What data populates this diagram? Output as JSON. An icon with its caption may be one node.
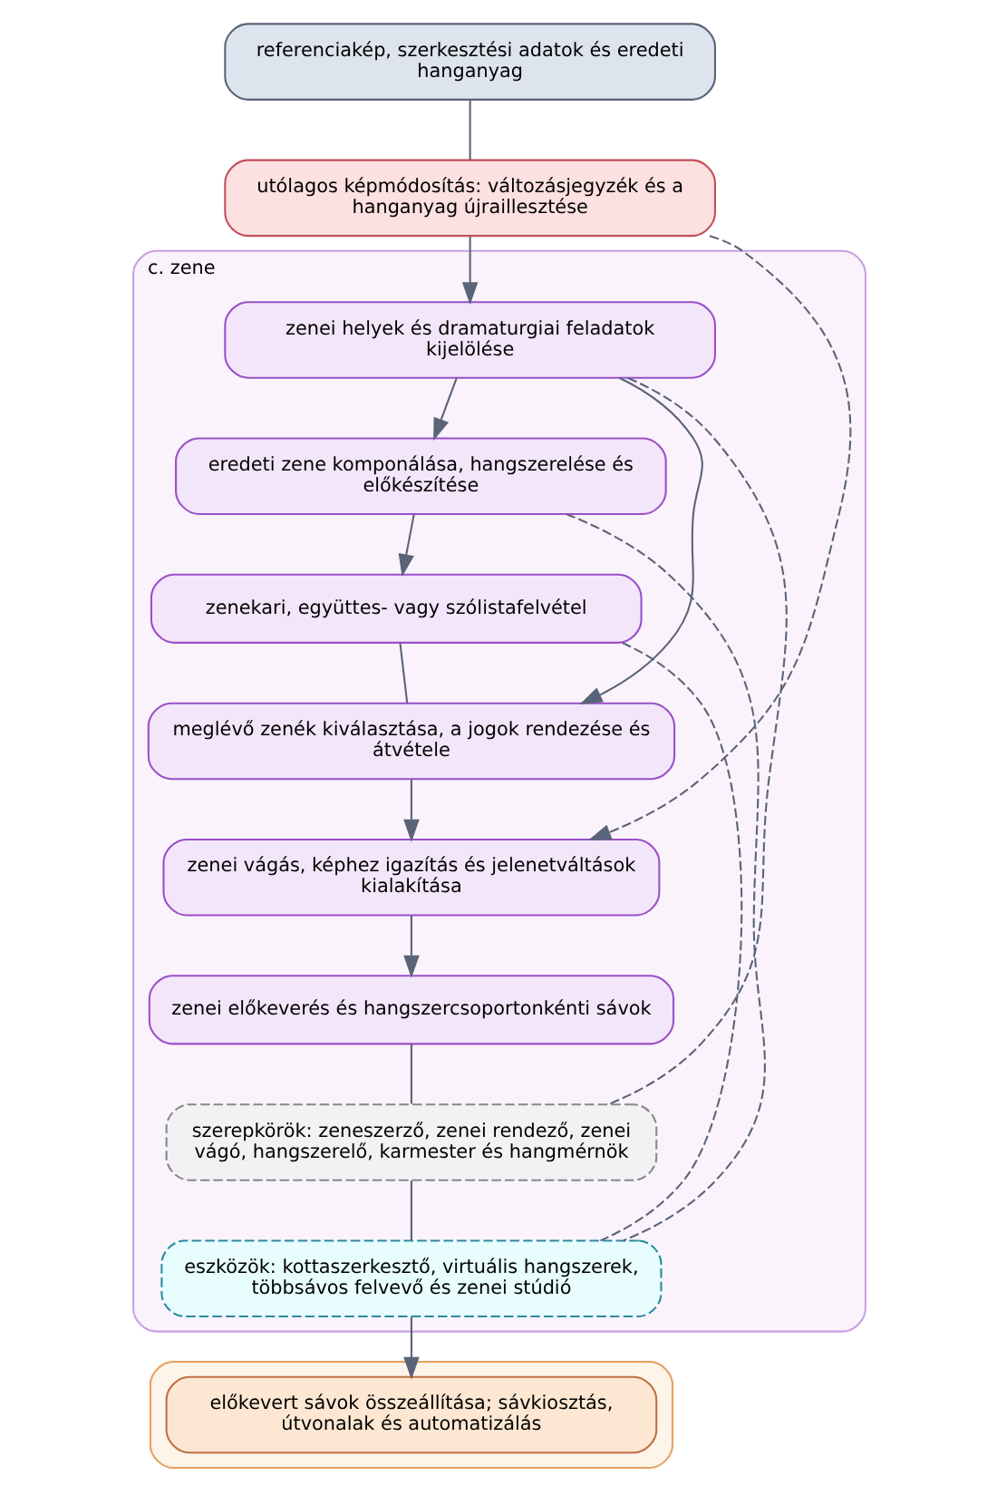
{
  "diagram": {
    "nodes": [
      {
        "text": [
          "referenciakép, szerkesztési adatok és eredeti hanganyag"
        ]
      },
      {
        "text": [
          "utólagos képmódosítás: változásjegyzék és a hanganyag újraillesztése"
        ]
      },
      {
        "text": [
          "c. zene"
        ]
      },
      {
        "text": [
          "zenei helyek és dramaturgiai feladatok kijelölése"
        ],
        "in": 2
      },
      {
        "text": [
          "eredeti zene komponálása, hangszerelése és előkészítése"
        ],
        "in": 2
      },
      {
        "text": [
          "zenekari, együttes- vagy szólistafelvétel"
        ],
        "in": 2
      },
      {
        "text": [
          "meglévő zenék kiválasztása, a jogok rendezése és átvétele"
        ],
        "in": 2
      },
      {
        "text": [
          "zenei vágás, képhez igazítás és jelenetváltások kialakítása"
        ],
        "in": 2
      },
      {
        "text": [
          "zenei előkeverés és hangszercsoportonkénti sávok"
        ],
        "in": 2
      },
      {
        "text": [
          "szerepkörök: zeneszerző, zenei rendező, zenei vágó, hangszerelő, karmester és hangmérnök"
        ],
        "in": 2
      },
      {
        "text": [
          "eszközök: kottaszerkesztő, virtuális hangszerek, többsávos felvevő és zenei stúdió"
        ],
        "in": 2
      },
      {
        "text": [],
        "shape": "box"
      },
      {
        "text": [
          "előkevert sávok összeállítása; sávkiosztás, útvonalak és automatizálás"
        ],
        "in": 11
      }
    ],
    "edges": [
      {
        "from": 0,
        "to": 1,
        "arrow": "none"
      },
      {
        "from": 1,
        "to": 3,
        "arrow": "to"
      },
      {
        "from": 1,
        "to": 7,
        "arrow": "to",
        "style": "dashed"
      },
      {
        "from": 3,
        "to": 4,
        "arrow": "to"
      },
      {
        "from": 4,
        "to": 5,
        "arrow": "to"
      },
      {
        "from": 5,
        "to": 6,
        "arrow": "none"
      },
      {
        "from": 3,
        "to": 6,
        "arrow": "to"
      },
      {
        "from": 6,
        "to": 7,
        "arrow": "to"
      },
      {
        "from": 7,
        "to": 8,
        "arrow": "to"
      },
      {
        "from": 8,
        "to": 9,
        "arrow": "none"
      },
      {
        "from": 9,
        "to": 10,
        "arrow": "none"
      },
      {
        "from": 3,
        "to": 9,
        "arrow": "none",
        "style": "dashed"
      },
      {
        "from": 4,
        "to": 10,
        "arrow": "none",
        "style": "dashed"
      },
      {
        "from": 5,
        "to": 10,
        "arrow": "none",
        "style": "dashed"
      },
      {
        "from": 10,
        "to": 12,
        "arrow": "to"
      }
    ]
  }
}
